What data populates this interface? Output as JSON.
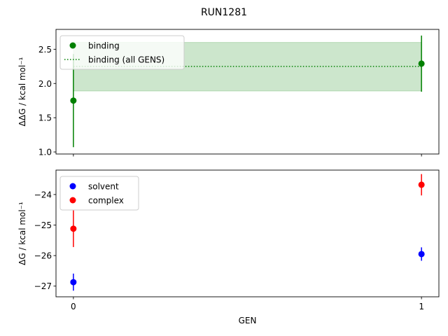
{
  "figure_title": "RUN1281",
  "chart_data": [
    {
      "type": "scatter",
      "panel": "top",
      "ylabel": "ΔΔG / kcal mol⁻¹",
      "xlabel": "",
      "xlim": [
        -0.05,
        1.05
      ],
      "ylim": [
        0.97,
        2.79
      ],
      "y_ticks": [
        1.0,
        1.5,
        2.0,
        2.5
      ],
      "y_tick_labels": [
        "1.0",
        "1.5",
        "2.0",
        "2.5"
      ],
      "x_ticks": [
        0,
        1
      ],
      "x_tick_labels_shown": false,
      "legend_position": "top-left",
      "series": [
        {
          "name": "binding",
          "kind": "errorbar",
          "color": "#008000",
          "x": [
            0,
            1
          ],
          "y": [
            1.75,
            2.29
          ],
          "yerr": [
            0.68,
            0.41
          ]
        }
      ],
      "band": {
        "name": "binding (all GENS)",
        "color": "#008000",
        "x_range": [
          0,
          1
        ],
        "center": 2.25,
        "lower": 1.89,
        "upper": 2.6
      }
    },
    {
      "type": "scatter",
      "panel": "bottom",
      "ylabel": "ΔG / kcal mol⁻¹",
      "xlabel": "GEN",
      "xlim": [
        -0.05,
        1.05
      ],
      "ylim": [
        -27.35,
        -23.2
      ],
      "y_ticks": [
        -27,
        -26,
        -25,
        -24
      ],
      "y_tick_labels": [
        "−27",
        "−26",
        "−25",
        "−24"
      ],
      "x_ticks": [
        0,
        1
      ],
      "x_tick_labels": [
        "0",
        "1"
      ],
      "legend_position": "top-left",
      "series": [
        {
          "name": "solvent",
          "kind": "errorbar",
          "color": "#0000ff",
          "x": [
            0,
            1
          ],
          "y": [
            -26.87,
            -25.95
          ],
          "yerr": [
            0.28,
            0.22
          ]
        },
        {
          "name": "complex",
          "kind": "errorbar",
          "color": "#ff0000",
          "x": [
            0,
            1
          ],
          "y": [
            -25.12,
            -23.68
          ],
          "yerr": [
            0.6,
            0.35
          ]
        }
      ]
    }
  ]
}
